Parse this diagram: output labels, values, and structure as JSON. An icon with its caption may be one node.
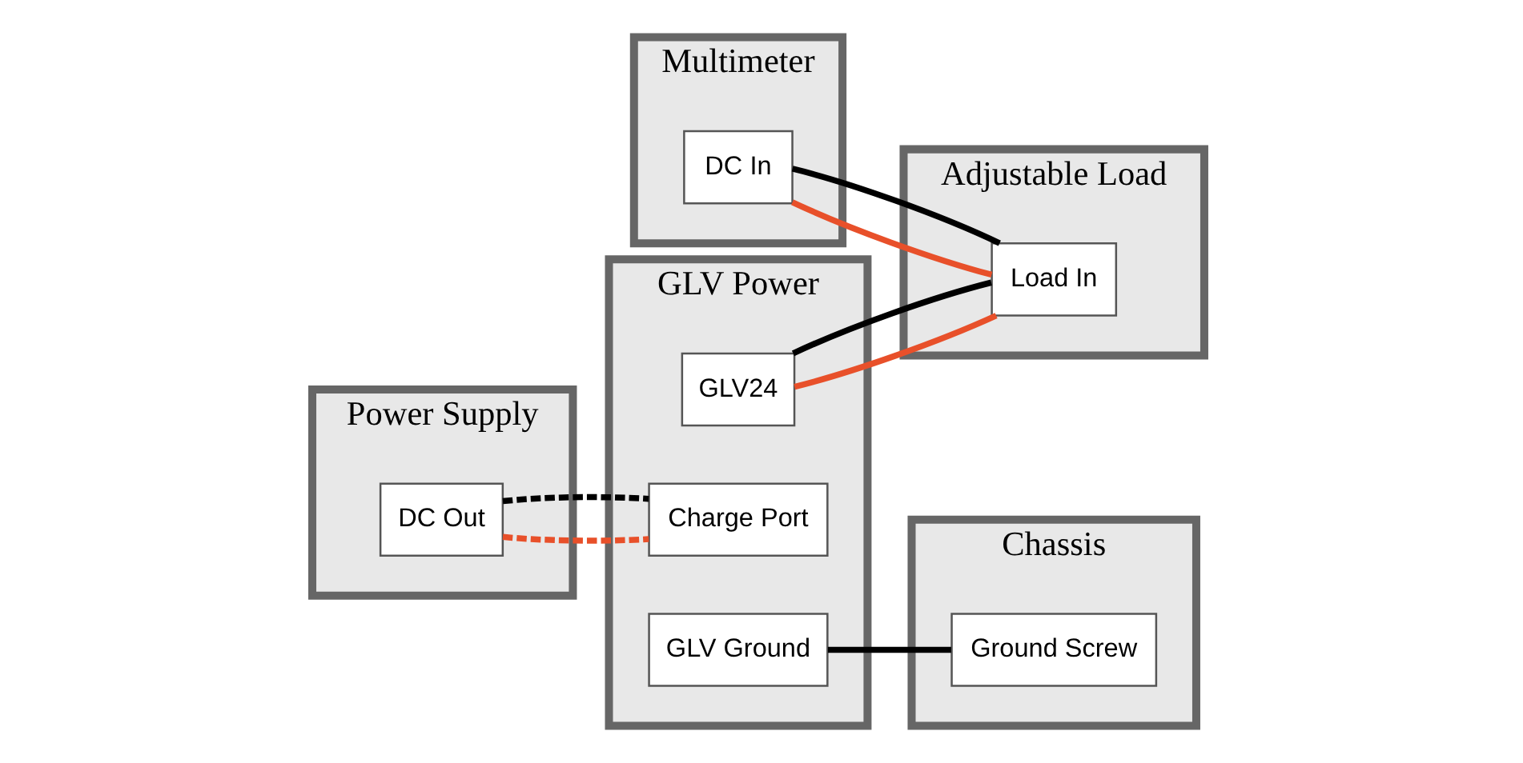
{
  "diagram": {
    "nodes": [
      {
        "text": [
          "Multimeter"
        ]
      },
      {
        "text": [
          "DC In"
        ],
        "in": 0
      },
      {
        "text": [
          "Adjustable Load"
        ]
      },
      {
        "text": [
          "Load In"
        ],
        "in": 2
      },
      {
        "text": [
          "Power Supply"
        ]
      },
      {
        "text": [
          "DC Out"
        ],
        "in": 4
      },
      {
        "text": [
          "GLV Power"
        ]
      },
      {
        "text": [
          "GLV24"
        ],
        "in": 6
      },
      {
        "text": [
          "Charge Port"
        ],
        "in": 6
      },
      {
        "text": [
          "GLV Ground"
        ],
        "in": 6
      },
      {
        "text": [
          "Chassis"
        ]
      },
      {
        "text": [
          "Ground Screw"
        ],
        "in": 10
      }
    ],
    "edges": [
      {
        "from": 5,
        "to": 8,
        "arrow": "none",
        "style": "dashed",
        "color": "#e8502a"
      },
      {
        "from": 5,
        "to": 8,
        "arrow": "none",
        "style": "dashed"
      },
      {
        "from": 1,
        "to": 3,
        "arrow": "none",
        "color": "#e8502a"
      },
      {
        "from": 1,
        "to": 3,
        "arrow": "none"
      },
      {
        "from": 7,
        "to": 3,
        "arrow": "none",
        "color": "#e8502a"
      },
      {
        "from": 7,
        "to": 3,
        "arrow": "none"
      },
      {
        "from": 9,
        "to": 11,
        "arrow": "none"
      }
    ]
  }
}
